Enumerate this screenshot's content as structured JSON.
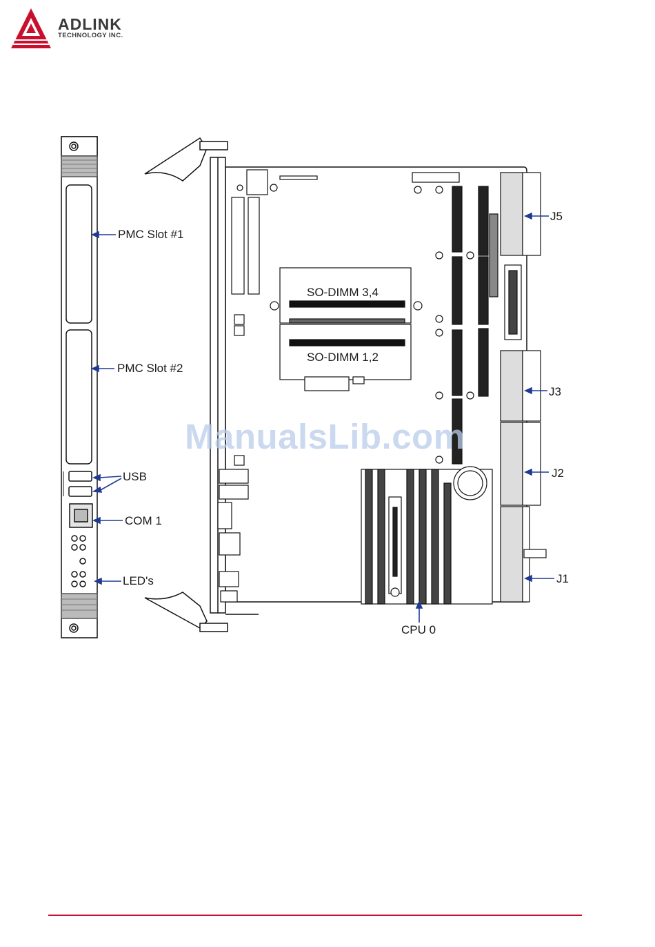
{
  "brand": {
    "name": "ADLINK",
    "tagline": "TECHNOLOGY INC.",
    "accent_color": "#c8102e"
  },
  "watermark": "ManualsLib.com",
  "diagram": {
    "callouts": {
      "pmc1": "PMC Slot #1",
      "pmc2": "PMC Slot #2",
      "usb": "USB",
      "com1": "COM 1",
      "leds": "LED's",
      "j5": "J5",
      "j3": "J3",
      "j2": "J2",
      "j1": "J1",
      "cpu0": "CPU 0",
      "sodimm34": "SO-DIMM 3,4",
      "sodimm12": "SO-DIMM 1,2"
    },
    "callout_color": "#1f3a93"
  }
}
